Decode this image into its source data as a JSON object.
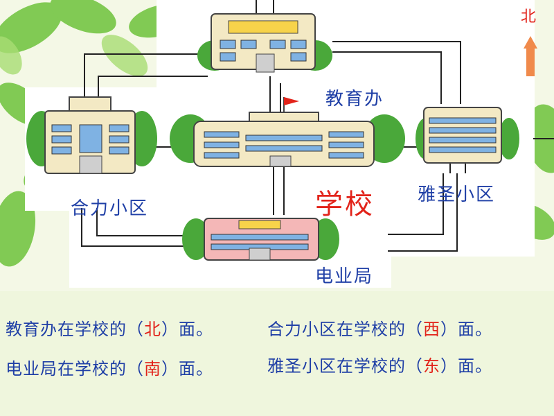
{
  "map": {
    "north_label": "北",
    "buildings": {
      "education_office": "教育办",
      "heli_community": "合力小区",
      "school": "学校",
      "yasheng_community": "雅圣小区",
      "power_bureau": "电业局"
    }
  },
  "questions": [
    {
      "prefix": "教育办在学校的（",
      "answer": "北",
      "suffix": "）面。"
    },
    {
      "prefix": "合力小区在学校的（",
      "answer": "西",
      "suffix": "）面。"
    },
    {
      "prefix": "电业局在学校的（",
      "answer": "南",
      "suffix": "）面。"
    },
    {
      "prefix": "雅圣小区在学校的（",
      "answer": "东",
      "suffix": "）面。"
    }
  ],
  "colors": {
    "label_blue": "#1f3fa6",
    "answer_red": "#e2231a",
    "leaf_green": "#5fb82e",
    "background": "#f4f8e6"
  }
}
